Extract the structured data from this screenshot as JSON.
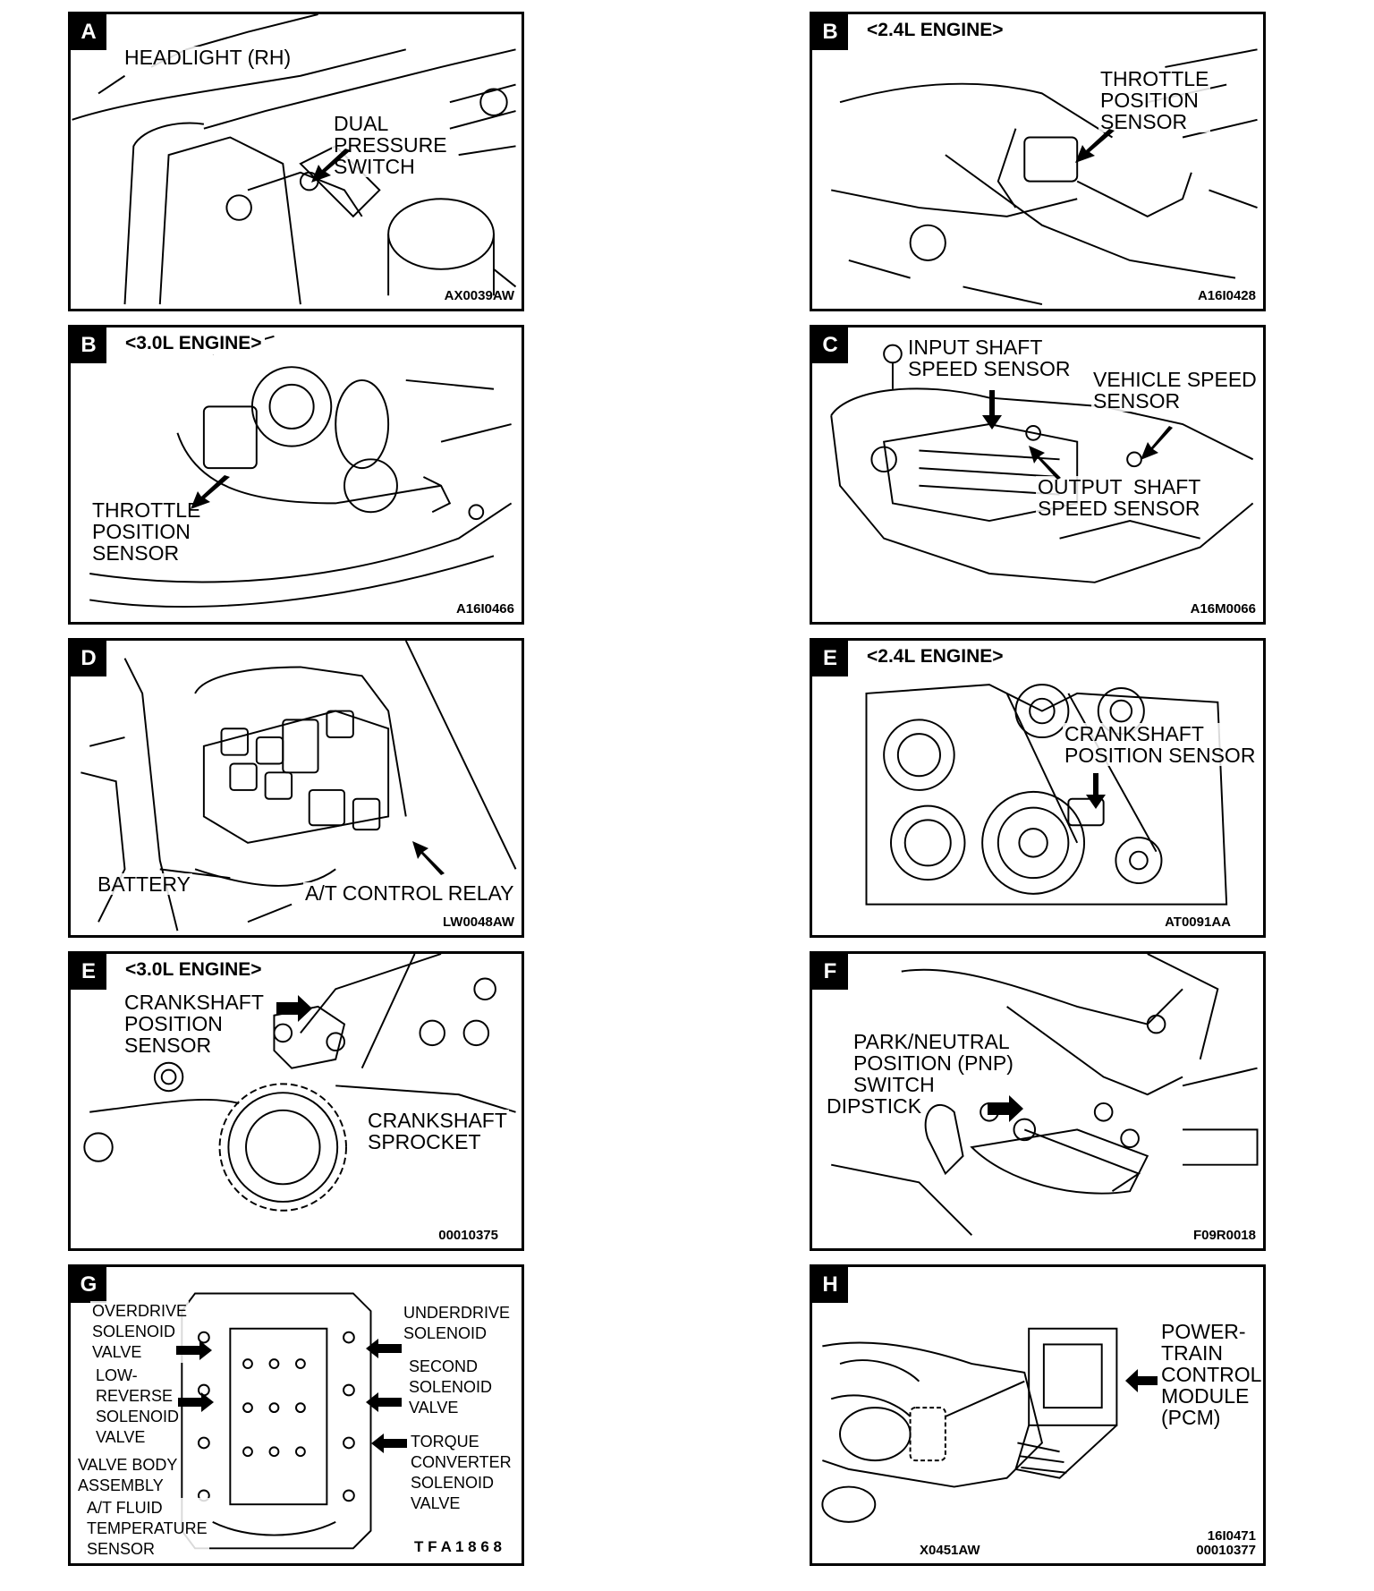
{
  "panels": {
    "a": {
      "letter": "A",
      "labels": [
        "HEADLIGHT (RH)",
        "DUAL\nPRESSURE\nSWITCH"
      ],
      "code": "AX0039AW"
    },
    "b1": {
      "letter": "B",
      "engine": "<2.4L ENGINE>",
      "labels": [
        "THROTTLE\nPOSITION\nSENSOR"
      ],
      "code": "A16I0428"
    },
    "b2": {
      "letter": "B",
      "engine": "<3.0L ENGINE>",
      "labels": [
        "THROTTLE\nPOSITION\nSENSOR"
      ],
      "code": "A16I0466"
    },
    "c": {
      "letter": "C",
      "labels": [
        "INPUT SHAFT\nSPEED SENSOR",
        "VEHICLE SPEED\nSENSOR",
        "OUTPUT  SHAFT\nSPEED SENSOR"
      ],
      "code": "A16M0066"
    },
    "d": {
      "letter": "D",
      "labels": [
        "BATTERY",
        "A/T CONTROL RELAY"
      ],
      "code": "LW0048AW"
    },
    "e1": {
      "letter": "E",
      "engine": "<2.4L ENGINE>",
      "labels": [
        "CRANKSHAFT\nPOSITION SENSOR"
      ],
      "code": "AT0091AA"
    },
    "e2": {
      "letter": "E",
      "engine": "<3.0L ENGINE>",
      "labels": [
        "CRANKSHAFT\nPOSITION\nSENSOR",
        "CRANKSHAFT\nSPROCKET"
      ],
      "code": "00010375"
    },
    "f": {
      "letter": "F",
      "labels": [
        "PARK/NEUTRAL\nPOSITION (PNP)\nSWITCH",
        "DIPSTICK"
      ],
      "code": "F09R0018"
    },
    "g": {
      "letter": "G",
      "labels": [
        "OVERDRIVE\nSOLENOID\nVALVE",
        "LOW-\nREVERSE\nSOLENOID\nVALVE",
        "VALVE BODY\nASSEMBLY",
        "A/T FLUID\nTEMPERATURE\nSENSOR",
        "UNDERDRIVE\nSOLENOID",
        "SECOND\nSOLENOID\nVALVE",
        "TORQUE\nCONVERTER\nSOLENOID\nVALVE"
      ],
      "code": "T F A 1 8 6 8"
    },
    "h": {
      "letter": "H",
      "labels": [
        "POWER-\nTRAIN\nCONTROL\nMODULE\n(PCM)"
      ],
      "code": "16I0471\n00010377",
      "code2": "X0451AW"
    }
  }
}
